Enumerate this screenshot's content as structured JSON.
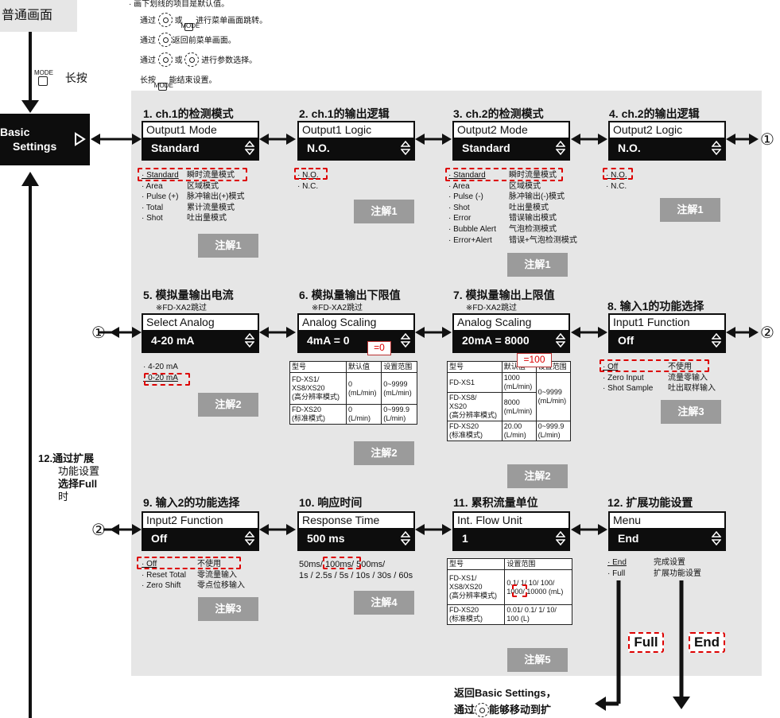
{
  "header": {
    "mode_box": "普通画面",
    "long_press": "长按",
    "mode": "MODE",
    "notes": [
      "· 画下划线的项目是默认值。",
      "通过",
      "或",
      "进行菜单画面跳转。",
      "通过",
      "返回前菜单画面。",
      "通过",
      "或",
      "进行参数选择。",
      "长按",
      "能结束设置。"
    ]
  },
  "basic": {
    "line1": "Basic",
    "line2": "Settings"
  },
  "left_note": {
    "num": "12.",
    "lines": [
      "通过扩展",
      "功能设置",
      "选择Full",
      "时"
    ]
  },
  "circles": {
    "one": "①",
    "two": "②"
  },
  "steps": [
    {
      "title": "1. ch.1的检测模式",
      "lcd_top": "Output1 Mode",
      "lcd_bot": "Standard",
      "options": [
        [
          "· Standard",
          "瞬时流量模式"
        ],
        [
          "· Area",
          "区域模式"
        ],
        [
          "· Pulse (+)",
          "脉冲输出(+)模式"
        ],
        [
          "· Total",
          "累计流量模式"
        ],
        [
          "· Shot",
          "吐出量模式"
        ]
      ],
      "note": "注解1"
    },
    {
      "title": "2. ch.1的输出逻辑",
      "lcd_top": "Output1 Logic",
      "lcd_bot": "N.O.",
      "options": [
        [
          "· N.O.",
          ""
        ],
        [
          "· N.C.",
          ""
        ]
      ],
      "note": "注解1"
    },
    {
      "title": "3. ch.2的检测模式",
      "lcd_top": "Output2 Mode",
      "lcd_bot": "Standard",
      "options": [
        [
          "· Standard",
          "瞬时流量模式"
        ],
        [
          "· Area",
          "区域模式"
        ],
        [
          "· Pulse (-)",
          "脉冲输出(-)模式"
        ],
        [
          "· Shot",
          "吐出量模式"
        ],
        [
          "· Error",
          "错误输出模式"
        ],
        [
          "· Bubble Alert",
          "气泡检测模式"
        ],
        [
          "· Error+Alert",
          "错误+气泡检测模式"
        ]
      ],
      "note": "注解1"
    },
    {
      "title": "4. ch.2的输出逻辑",
      "lcd_top": "Output2 Logic",
      "lcd_bot": "N.O.",
      "options": [
        [
          "· N.O.",
          ""
        ],
        [
          "· N.C.",
          ""
        ]
      ],
      "note": "注解1"
    },
    {
      "title": "5. 模拟量输出电流",
      "sub": "※FD-XA2跳过",
      "lcd_top": "Select Analog",
      "lcd_bot": "4-20 mA",
      "options": [
        [
          "· 4-20 mA",
          ""
        ],
        [
          "· 0-20 mA",
          ""
        ]
      ],
      "note": "注解2"
    },
    {
      "title": "6. 模拟量输出下限值",
      "sub": "※FD-XA2跳过",
      "lcd_top": "Analog Scaling",
      "lcd_bot": "4mA = 0",
      "badge": "=0",
      "table": {
        "head": [
          "型号",
          "默认值",
          "设置范围"
        ],
        "rows": [
          [
            "FD-XS1/\nXS8/XS20\n(高分辨率模式)",
            "0\n(mL/min)",
            "0~9999\n(mL/min)"
          ],
          [
            "FD-XS20\n(标准模式)",
            "0\n(L/min)",
            "0~999.9\n(L/min)"
          ]
        ]
      },
      "note": "注解2"
    },
    {
      "title": "7. 模拟量输出上限值",
      "sub": "※FD-XA2跳过",
      "lcd_top": "Analog Scaling",
      "lcd_bot": "20mA = 8000",
      "badge": "=100",
      "table": {
        "head": [
          "型号",
          "默认值",
          "设置范围"
        ],
        "rows": [
          [
            "FD-XS1",
            "1000\n(mL/min)",
            ""
          ],
          [
            "FD-XS8/\nXS20\n(高分辨率模式)",
            "8000\n(mL/min)",
            "0~9999\n(mL/min)"
          ],
          [
            "FD-XS20\n(标准模式)",
            "20.00\n(L/min)",
            "0~999.9\n(L/min)"
          ]
        ]
      },
      "note": "注解2"
    },
    {
      "title": "8. 输入1的功能选择",
      "lcd_top": "Input1 Function",
      "lcd_bot": "Off",
      "options": [
        [
          "· Off",
          "不使用"
        ],
        [
          "· Zero Input",
          "流量零输入"
        ],
        [
          "· Shot Sample",
          "吐出取样输入"
        ]
      ],
      "note": "注解3"
    },
    {
      "title": "9. 输入2的功能选择",
      "lcd_top": "Input2 Function",
      "lcd_bot": "Off",
      "options": [
        [
          "· Off",
          "不使用"
        ],
        [
          "· Reset Total",
          "零流量输入"
        ],
        [
          "· Zero Shift",
          "零点位移输入"
        ]
      ],
      "note": "注解3"
    },
    {
      "title": "10. 响应时间",
      "lcd_top": "Response Time",
      "lcd_bot": "500 ms",
      "times_line1": "50ms/ 100ms/ 500ms/",
      "times_line2": "1s / 2.5s / 5s / 10s / 30s / 60s",
      "note": "注解4"
    },
    {
      "title": "11. 累积流量单位",
      "lcd_top": "Int. Flow Unit",
      "lcd_bot": "1",
      "table": {
        "head": [
          "型号",
          "设置范围"
        ],
        "rows": [
          [
            "FD-XS1/\nXS8/XS20\n(高分辨率模式)",
            "0.1/ 1/ 10/ 100/\n1000/ 10000 (mL)"
          ],
          [
            "FD-XS20\n(标准模式)",
            "0.01/ 0.1/ 1/ 10/\n100 (L)"
          ]
        ]
      },
      "note": "注解5"
    },
    {
      "title": "12. 扩展功能设置",
      "lcd_top": "Menu",
      "lcd_bot": "End",
      "options": [
        [
          "· End",
          "完成设置"
        ],
        [
          "· Full",
          "扩展功能设置"
        ]
      ],
      "full": "Full",
      "end": "End"
    }
  ],
  "bottom_text": {
    "line1": "返回Basic Settings，",
    "line2a": "通过",
    "line2b": "能够移动到扩"
  },
  "colors": {
    "panel": "#e6e6e6",
    "note_bg": "#9b9b9b",
    "dash": "#dd0000",
    "lcd": "#0d0d0d"
  }
}
